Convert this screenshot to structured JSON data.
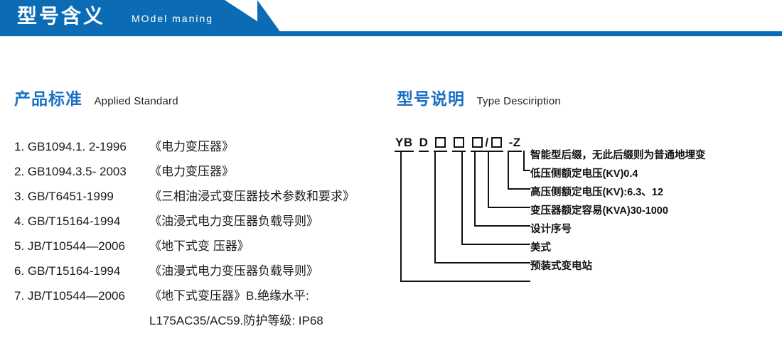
{
  "banner": {
    "title_cn": "型号含义",
    "title_en": "MOdel maning",
    "color": "#0b6cb5"
  },
  "sections": {
    "left": {
      "title_cn": "产品标准",
      "title_en": "Applied Standard",
      "color": "#1a6fc4"
    },
    "right": {
      "title_cn": "型号说明",
      "title_en": "Type Desciription",
      "color": "#1a6fc4"
    }
  },
  "standards": [
    {
      "index": "1.",
      "code": "GB1094.1. 2-1996",
      "name": "《电力变压器》"
    },
    {
      "index": "2.",
      "code": "GB1094.3.5- 2003",
      "name": "《电力变压器》"
    },
    {
      "index": "3.",
      "code": "GB/T6451-1999",
      "name": "《三相油浸式变压器技术参数和要求》"
    },
    {
      "index": "4.",
      "code": "GB/T15164-1994",
      "name": "《油浸式电力变压器负载导则》"
    },
    {
      "index": "5.",
      "code": "JB/T10544—2006",
      "name": "《地下式变 压器》"
    },
    {
      "index": "6.",
      "code": "GB/T15164-1994",
      "name": "《油漫式电力变压器负载导则》"
    },
    {
      "index": "7.",
      "code": "JB/T10544—2006",
      "name": "《地下式变压器》B.绝缘水平:"
    }
  ],
  "standards_continuation": "L175AC35/AC59.防护等级: IP68",
  "type_code": {
    "segments": [
      "YB",
      "D"
    ],
    "boxes_main": 3,
    "slash": "/",
    "boxes_after_slash": 1,
    "suffix": "-Z"
  },
  "type_labels": [
    "智能型后缀，无此后缀则为普通地埋变",
    "低压侧额定电压(KV)0.4",
    "高压侧额定电压(KV):6.3、12",
    "变压器额定容易(KVA)30-1000",
    "设计序号",
    "美式",
    "预装式变电站"
  ]
}
